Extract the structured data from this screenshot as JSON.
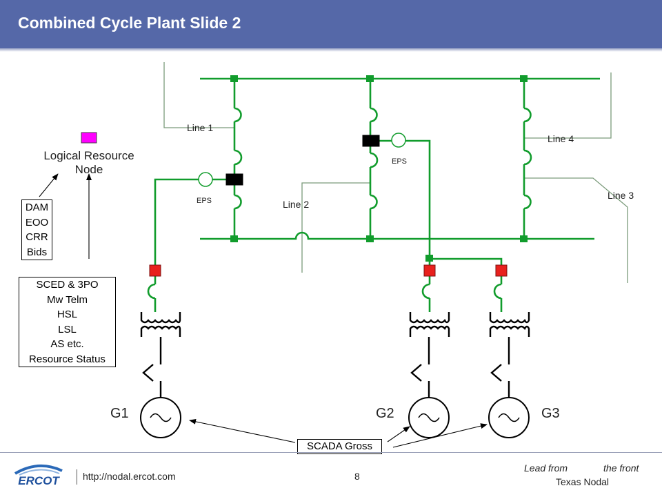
{
  "slide": {
    "title": "Combined Cycle Plant Slide 2"
  },
  "diagram": {
    "lines": {
      "line1": "Line 1",
      "line2": "Line 2",
      "line3": "Line 3",
      "line4": "Line 4"
    },
    "eps_label": "EPS",
    "logical_resource_node": [
      "Logical Resource",
      "Node"
    ],
    "market_box": [
      "DAM",
      "EOO",
      "CRR",
      "Bids"
    ],
    "telemetry_box": [
      "SCED & 3PO",
      "Mw Telm",
      "HSL",
      "LSL",
      "AS etc.",
      "Resource Status"
    ],
    "generators": {
      "g1": "G1",
      "g2": "G2",
      "g3": "G3"
    },
    "scada_label": "SCADA Gross",
    "colors": {
      "bus_green": "#119c2c",
      "breaker_red": "#e8211d",
      "breaker_black": "#000000",
      "node_magenta": "#ff00ff",
      "header_blue": "#5568a8"
    }
  },
  "footer": {
    "logo_text": "ERCOT",
    "url": "http://nodal.ercot.com",
    "page_number": "8",
    "tagline_part1": "Lead from",
    "tagline_part2": "the front",
    "tagline_line2": "Texas Nodal"
  }
}
